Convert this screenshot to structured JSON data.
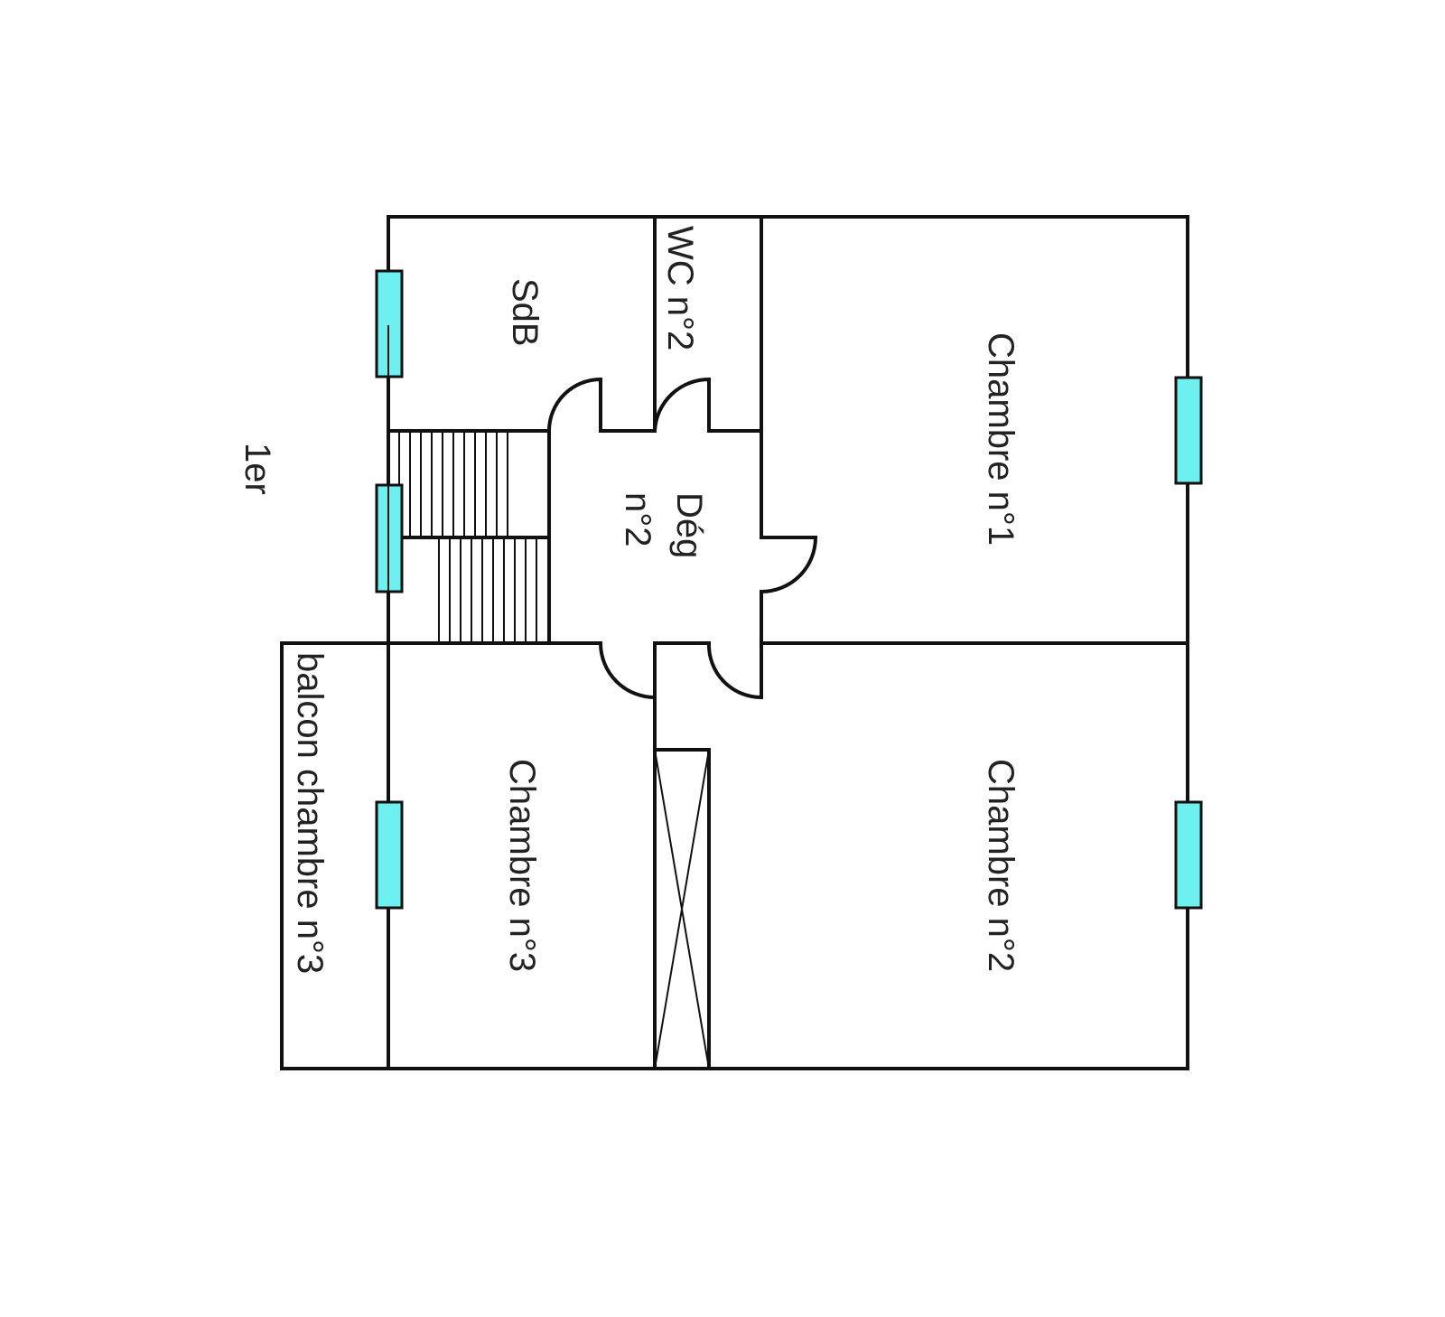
{
  "floor_label": "1er",
  "rooms": {
    "sdb": "SdB",
    "wc": "WC n°2",
    "deg_line1": "Dég",
    "deg_line2": "n°2",
    "chambre1": "Chambre n°1",
    "chambre2": "Chambre n°2",
    "chambre3": "Chambre n°3",
    "balcon": "balcon chambre n°3"
  },
  "colors": {
    "window": "#6ff0f0",
    "wall": "#111111"
  }
}
